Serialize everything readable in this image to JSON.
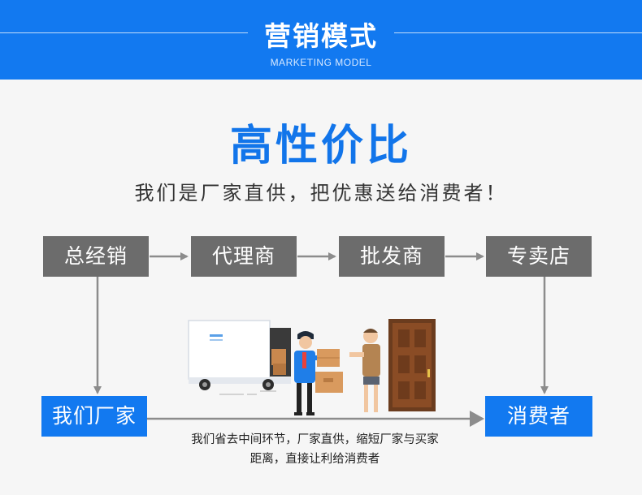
{
  "header": {
    "title": "营销模式",
    "subtitle": "MARKETING MODEL"
  },
  "headline": "高性价比",
  "slogan": "我们是厂家直供，把优惠送给消费者！",
  "traditional_chain": [
    {
      "label": "总经销"
    },
    {
      "label": "代理商"
    },
    {
      "label": "批发商"
    },
    {
      "label": "专卖店"
    }
  ],
  "direct_chain": {
    "factory_label": "我们厂家",
    "consumer_label": "消费者"
  },
  "description": {
    "line1": "我们省去中间环节，厂家直供，缩短厂家与买家",
    "line2": "距离，直接让利给消费者"
  },
  "colors": {
    "brand_blue": "#1279f0",
    "box_gray": "#6c6c6c",
    "arrow_gray": "#8c8c8c"
  }
}
